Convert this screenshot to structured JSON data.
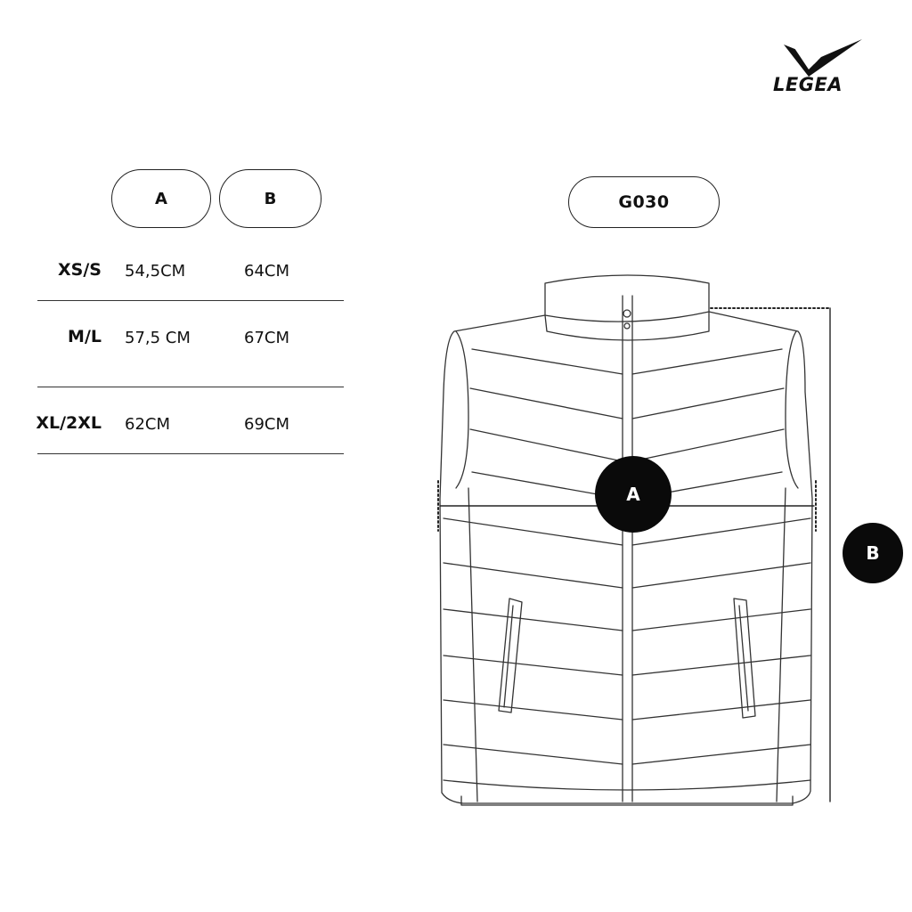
{
  "brand": {
    "name": "LEGEA"
  },
  "product": {
    "code": "G030"
  },
  "size_table": {
    "headers": [
      "A",
      "B"
    ],
    "rows": [
      {
        "size": "XS/S",
        "a": "54,5CM",
        "b": "64CM"
      },
      {
        "size": "M/L",
        "a": "57,5 CM",
        "b": "67CM"
      },
      {
        "size": "XL/2XL",
        "a": "62CM",
        "b": "69CM"
      }
    ]
  },
  "markers": {
    "a": "A",
    "b": "B"
  },
  "colors": {
    "ink": "#111111",
    "marker": "#0a0a0a",
    "background": "#ffffff"
  }
}
